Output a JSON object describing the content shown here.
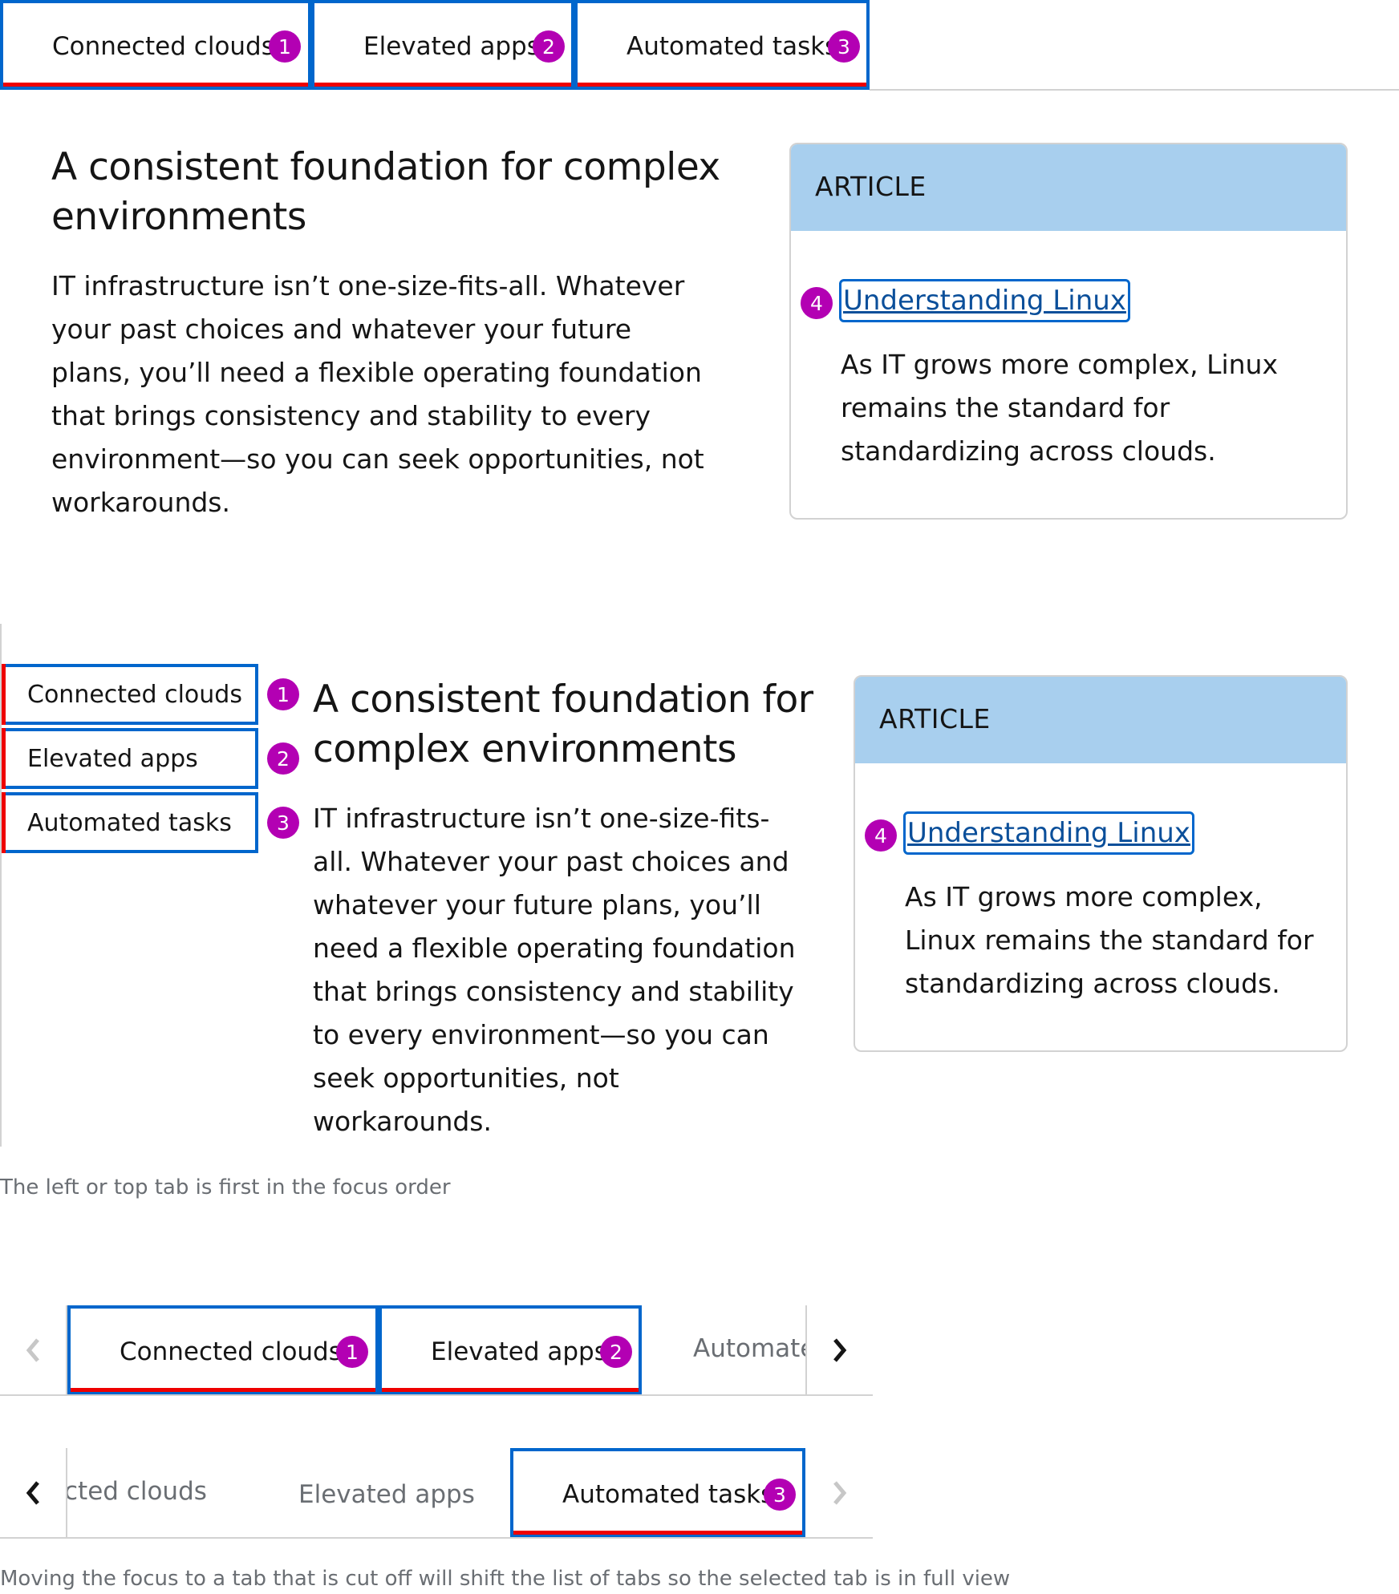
{
  "colors": {
    "focus": "#0066cc",
    "active_underline": "#ee0000",
    "badge": "#b300b3",
    "card_header": "#a8cfee",
    "link": "#0b4f9a"
  },
  "example1": {
    "tabs": [
      {
        "label": "Connected clouds",
        "badge": "1"
      },
      {
        "label": "Elevated apps",
        "badge": "2"
      },
      {
        "label": "Automated tasks",
        "badge": "3"
      }
    ],
    "heading": "A consistent foundation for complex environments",
    "body": "IT infrastructure isn’t one-size-fits-all. Whatever your past choices and whatever your future plans, you’ll need a flexible operating foundation that brings consistency and stability to every environment—so you can seek opportunities, not workarounds.",
    "card": {
      "header": "ARTICLE",
      "badge": "4",
      "link": "Understanding Linux",
      "desc": "As IT grows more complex, Linux remains the standard for standardizing across clouds."
    }
  },
  "example2": {
    "tabs": [
      {
        "label": "Connected clouds",
        "badge": "1"
      },
      {
        "label": "Elevated apps",
        "badge": "2"
      },
      {
        "label": "Automated tasks",
        "badge": "3"
      }
    ],
    "heading": "A consistent foundation for complex environments",
    "body": "IT infrastructure isn’t one-size-fits-all. Whatever your past choices and whatever your future plans, you’ll need a flexible operating foundation that brings consistency and stability to every environment—so you can seek opportunities, not workarounds.",
    "card": {
      "header": "ARTICLE",
      "badge": "4",
      "link": "Understanding Linux",
      "desc": "As IT grows more complex, Linux remains the standard for standardizing across clouds."
    },
    "caption": "The left or top tab is first in the focus order"
  },
  "example3": {
    "row1": {
      "tabs": [
        {
          "label": "Connected clouds",
          "badge": "1"
        },
        {
          "label": "Elevated apps",
          "badge": "2"
        },
        {
          "label": "Automate"
        }
      ],
      "left_arrow": "chevron-left-icon",
      "right_arrow": "chevron-right-icon"
    },
    "row2": {
      "tabs": [
        {
          "label": "cted clouds"
        },
        {
          "label": "Elevated apps"
        },
        {
          "label": "Automated tasks",
          "badge": "3"
        }
      ],
      "left_arrow": "chevron-left-icon",
      "right_arrow": "chevron-right-icon"
    },
    "caption": "Moving the focus to a tab that is cut off will shift the list of tabs so the selected tab is in full view"
  }
}
